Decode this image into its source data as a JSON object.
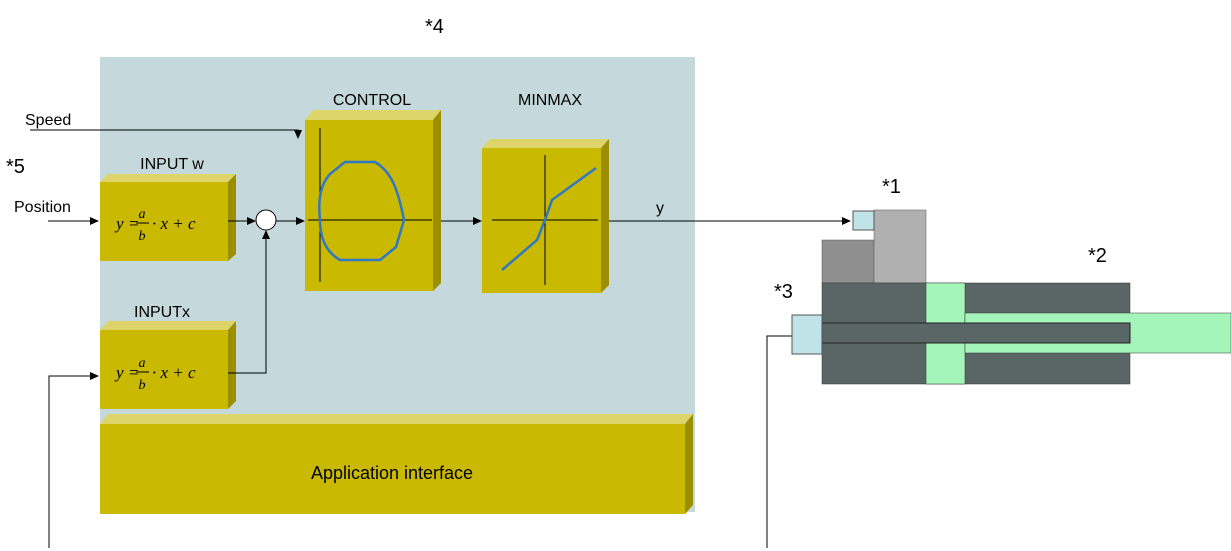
{
  "annotations": {
    "star1": "*1",
    "star2": "*2",
    "star3": "*3",
    "star4": "*4",
    "star5": "*5"
  },
  "signals": {
    "speed": "Speed",
    "position": "Position",
    "output": "y"
  },
  "blocks": {
    "input_w": {
      "title": "INPUT w",
      "formula": {
        "y": "y",
        "eq": "=",
        "a": "a",
        "b": "b",
        "rest": "· x + c"
      }
    },
    "input_x": {
      "title": "INPUTx",
      "formula": {
        "y": "y",
        "eq": "=",
        "a": "a",
        "b": "b",
        "rest": "· x + c"
      }
    },
    "control": {
      "title": "CONTROL"
    },
    "minmax": {
      "title": "MINMAX"
    },
    "app_interface": {
      "title": "Application interface"
    }
  },
  "colors": {
    "panel": "#c5d9dc",
    "block_front": "#c9b900",
    "block_top": "#ddd46a",
    "block_side": "#9b8e00",
    "curve": "#2f78c6",
    "cylinder": "#596665",
    "cylinder_green": "#a4f5b9",
    "valve_light": "#b0b0b0",
    "valve_dark": "#8f8f8f",
    "sensor": "#bfe3e7"
  }
}
